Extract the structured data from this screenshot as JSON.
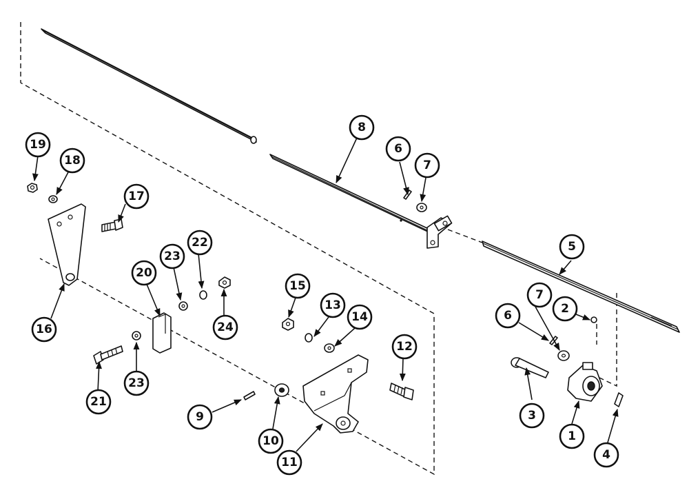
{
  "diagram": {
    "callouts": [
      {
        "id": "1",
        "label": "1"
      },
      {
        "id": "2",
        "label": "2"
      },
      {
        "id": "3",
        "label": "3"
      },
      {
        "id": "4",
        "label": "4"
      },
      {
        "id": "5",
        "label": "5"
      },
      {
        "id": "6a",
        "label": "6"
      },
      {
        "id": "6b",
        "label": "6"
      },
      {
        "id": "7a",
        "label": "7"
      },
      {
        "id": "7b",
        "label": "7"
      },
      {
        "id": "8",
        "label": "8"
      },
      {
        "id": "9",
        "label": "9"
      },
      {
        "id": "10",
        "label": "10"
      },
      {
        "id": "11",
        "label": "11"
      },
      {
        "id": "12",
        "label": "12"
      },
      {
        "id": "13",
        "label": "13"
      },
      {
        "id": "14",
        "label": "14"
      },
      {
        "id": "15",
        "label": "15"
      },
      {
        "id": "16",
        "label": "16"
      },
      {
        "id": "17",
        "label": "17"
      },
      {
        "id": "18",
        "label": "18"
      },
      {
        "id": "19",
        "label": "19"
      },
      {
        "id": "20",
        "label": "20"
      },
      {
        "id": "21",
        "label": "21"
      },
      {
        "id": "22",
        "label": "22"
      },
      {
        "id": "23a",
        "label": "23"
      },
      {
        "id": "23b",
        "label": "23"
      },
      {
        "id": "24",
        "label": "24"
      }
    ]
  }
}
